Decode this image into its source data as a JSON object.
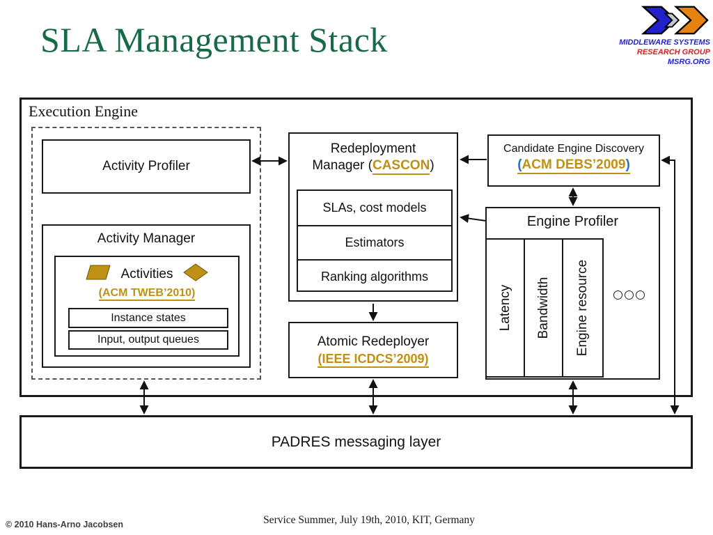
{
  "slide": {
    "title": "SLA Management Stack",
    "footer_left": "© 2010 Hans-Arno Jacobsen",
    "footer_center": "Service Summer, July 19th, 2010, KIT, Germany"
  },
  "logo": {
    "line1": "MIDDLEWARE SYSTEMS",
    "line2": "RESEARCH GROUP",
    "line3": "MSRG.ORG"
  },
  "diagram": {
    "execution_engine_label": "Execution Engine",
    "activity_profiler": "Activity Profiler",
    "activity_manager": "Activity Manager",
    "activities": {
      "label": "Activities",
      "ref": "(ACM TWEB’2010)"
    },
    "instance_states": "Instance states",
    "input_output_queues": "Input, output queues",
    "redeployment_manager": {
      "line1": "Redeployment",
      "line2_prefix": "Manager (",
      "line2_link": "CASCON",
      "line2_suffix": ")"
    },
    "stack_rows": [
      "SLAs, cost models",
      "Estimators",
      "Ranking algorithms"
    ],
    "atomic_redeployer": {
      "line1": "Atomic Redeployer",
      "ref": "(IEEE ICDCS’2009)"
    },
    "candidate_engine_discovery": {
      "line1": "Candidate Engine Discovery",
      "paren_open": "(",
      "link": "ACM DEBS’2009",
      "paren_close": ")"
    },
    "engine_profiler": {
      "title": "Engine Profiler",
      "metrics": [
        "Latency",
        "Bandwidth",
        "Engine resource"
      ]
    },
    "padres": "PADRES messaging layer"
  },
  "icons": {
    "activities_left": "parallelogram-icon",
    "activities_right": "diamond-icon",
    "engine_profiler_more": "ellipsis-circles-icon",
    "logo_mark": "msrg-arrows-icon"
  },
  "colors": {
    "title_green": "#186945",
    "accent_gold": "#be9014",
    "link_blue": "#2273c8",
    "logo_blue": "#2222cc",
    "logo_red": "#d42020",
    "logo_orange": "#e8820e",
    "line_black": "#1a1a1a"
  }
}
